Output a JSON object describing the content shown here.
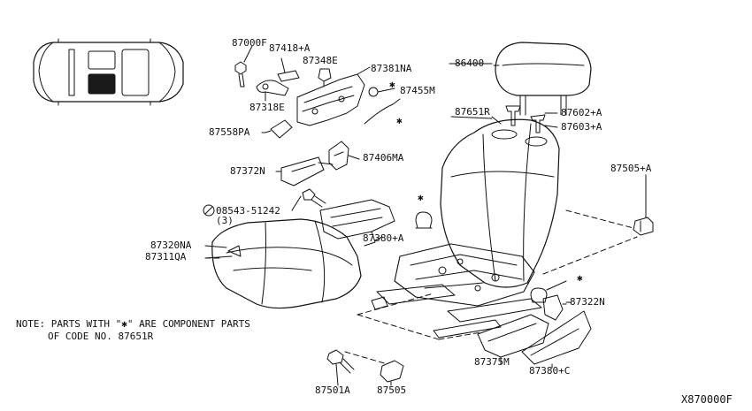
{
  "diagram": {
    "labels": {
      "p87000F": "87000F",
      "p87418A": "87418+A",
      "p87348E": "87348E",
      "p87381NA": "87381NA",
      "p87455M": "87455M",
      "p87318E": "87318E",
      "p87558PA": "87558PA",
      "p87406MA": "87406MA",
      "p87372N": "87372N",
      "p08543": "08543-51242",
      "p08543qty": "(3)",
      "p87380A": "87380+A",
      "p87320NA": "87320NA",
      "p87311QA": "87311QA",
      "p86400": "86400",
      "p87651R": "87651R",
      "p87602A": "87602+A",
      "p87603A": "87603+A",
      "p87505A": "87505+A",
      "p87322N": "87322N",
      "p87375M": "87375M",
      "p87380C": "87380+C",
      "p87501A": "87501A",
      "p87505": "87505"
    },
    "component_mark": "✱",
    "note_line1": "NOTE: PARTS WITH \"✱\" ARE COMPONENT PARTS",
    "note_line2": "OF CODE NO. 87651R",
    "diagram_code": "X870000F"
  },
  "colors": {
    "ink": "#111111",
    "paper": "#ffffff",
    "highlight": "#1a1a1a"
  }
}
